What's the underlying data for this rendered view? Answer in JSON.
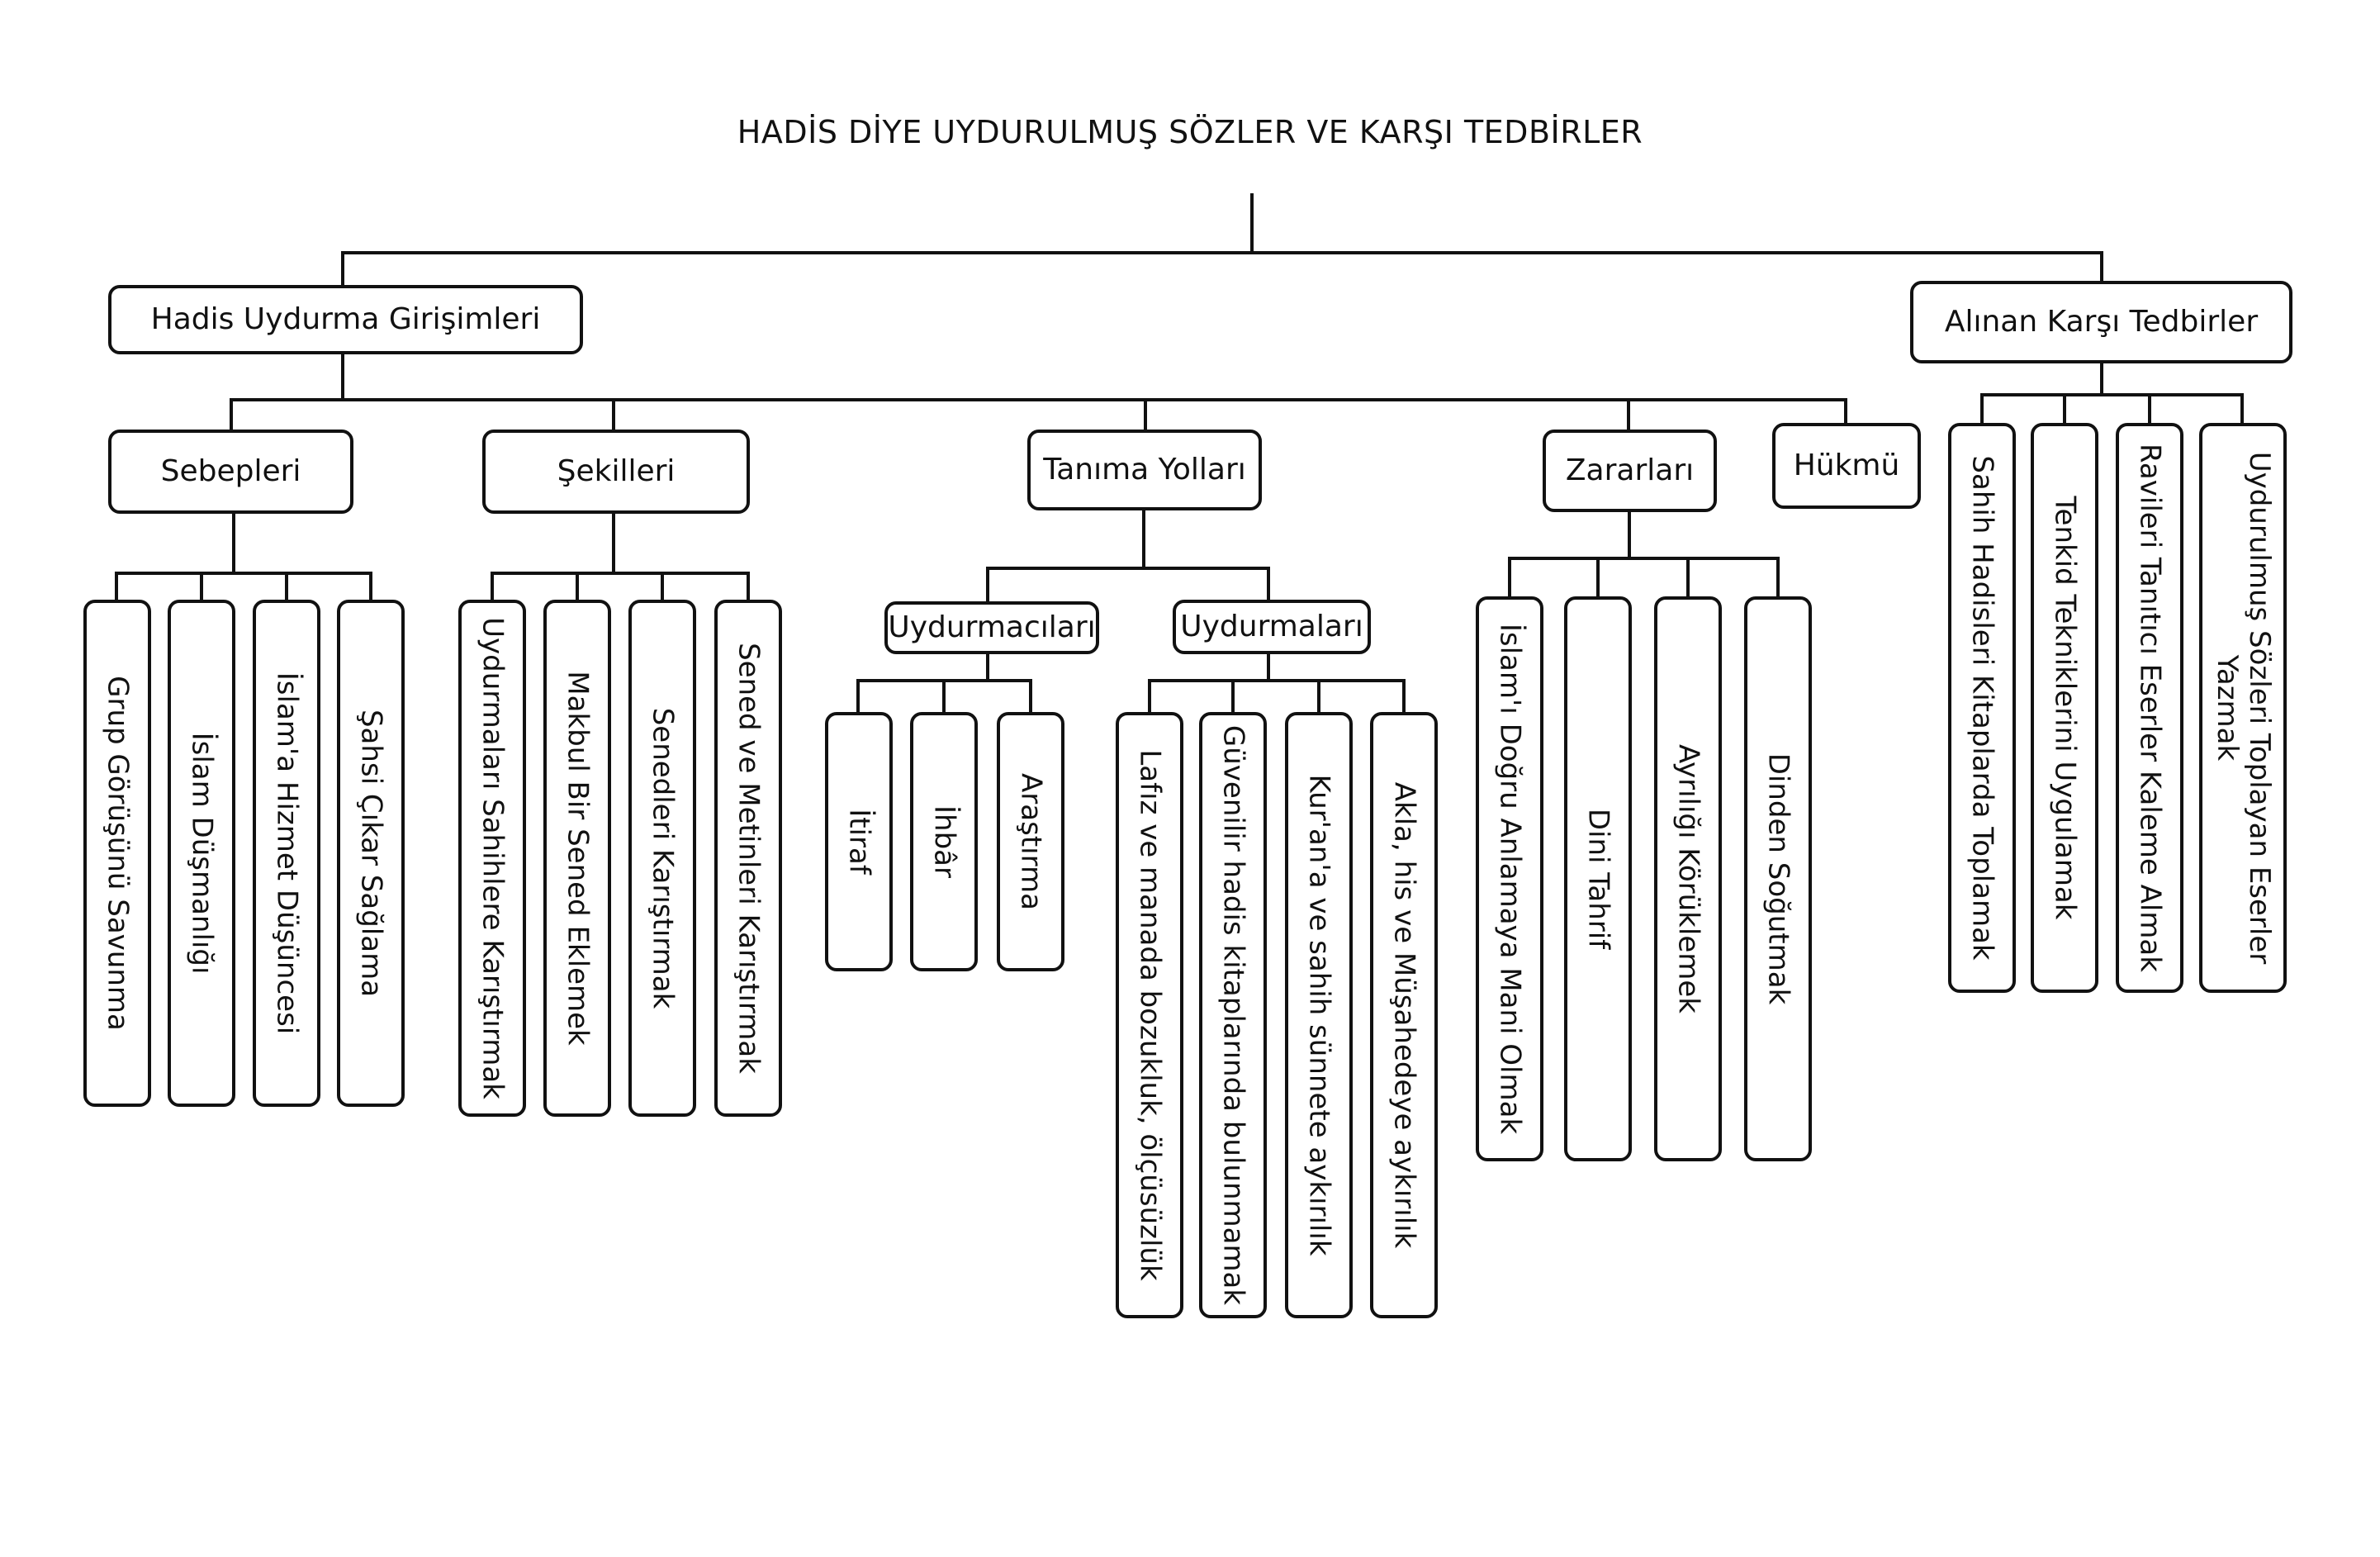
{
  "title": "HADİS DİYE UYDURULMUŞ SÖZLER VE KARŞI TEDBİRLER",
  "left_branch": {
    "label": "Hadis Uydurma Girişimleri",
    "sebepleri": {
      "label": "Sebepleri",
      "items": [
        "Grup Görüşünü Savunma",
        "İslam Düşmanlığı",
        "İslam'a Hizmet Düşüncesi",
        "Şahsi Çıkar Sağlama"
      ]
    },
    "sekilleri": {
      "label": "Şekilleri",
      "items": [
        "Uydurmaları Sahihlere Karıştırmak",
        "Makbul Bir Sened Eklemek",
        "Senedleri Karıştırmak",
        "Sened ve Metinleri Karıştırmak"
      ]
    },
    "tanima": {
      "label": "Tanıma Yolları",
      "uydurmacilari": {
        "label": "Uydurmacıları",
        "items": [
          "İtiraf",
          "İhbâr",
          "Araştırma"
        ]
      },
      "uydurmalari": {
        "label": "Uydurmaları",
        "items": [
          "Lafız ve manada bozukluk, ölçüsüzlük",
          "Güvenilir hadis kitaplarında bulunmamak",
          "Kur'an'a ve sahih sünnete aykırılık",
          "Akla, his ve Müşahedeye aykırılık"
        ]
      }
    },
    "zararlari": {
      "label": "Zararları",
      "items": [
        "İslam'ı Doğru Anlamaya Mani Olmak",
        "Dini Tahrif",
        "Ayrılığı Körüklemek",
        "Dinden Soğutmak"
      ]
    },
    "hukmu": {
      "label": "Hükmü"
    }
  },
  "right_branch": {
    "label": "Alınan Karşı Tedbirler",
    "items": [
      "Sahih Hadisleri Kitaplarda Toplamak",
      "Tenkid Tekniklerini Uygulamak",
      "Ravileri Tanıtıcı Eserler Kaleme Almak",
      "Uydurulmuş Sözleri Toplayan Eserler Yazmak"
    ]
  }
}
